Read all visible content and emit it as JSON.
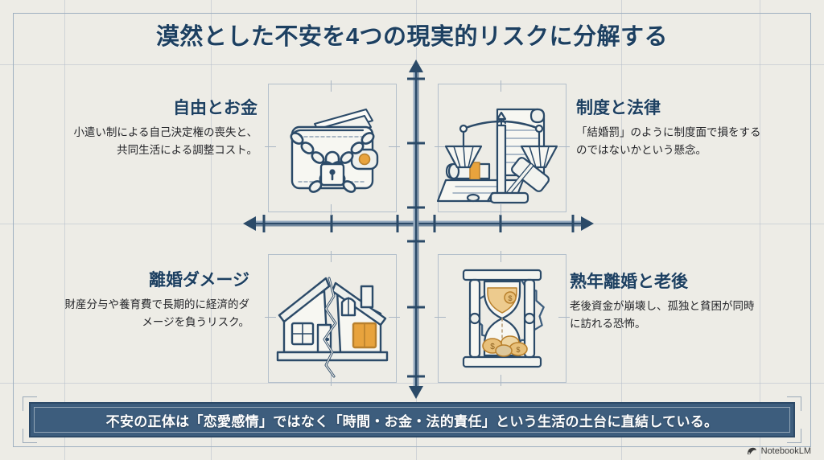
{
  "page": {
    "title": "漠然とした不安を4つの現実的リスクに分解する",
    "background_color": "#edece6",
    "accent_color": "#1d4061",
    "banner_color": "#3d5d7d",
    "highlight_color": "#e8a33d"
  },
  "quadrants": [
    {
      "position": "top-left",
      "heading": "自由とお金",
      "body": "小遣い制による自己決定権の喪失と、共同生活による調整コスト。",
      "icon": "chained-wallet-icon"
    },
    {
      "position": "top-right",
      "heading": "制度と法律",
      "body": "「結婚罰」のように制度面で損をするのではないかという懸念。",
      "icon": "scales-gavel-icon"
    },
    {
      "position": "bottom-left",
      "heading": "離婚ダメージ",
      "body": "財産分与や養育費で長期的に経済的ダメージを負うリスク。",
      "icon": "cracked-house-icon"
    },
    {
      "position": "bottom-right",
      "heading": "熟年離婚と老後",
      "body": "老後資金が崩壊し、孤独と貧困が同時に訪れる恐怖。",
      "icon": "hourglass-coins-gear-icon"
    }
  ],
  "banner": {
    "text": "不安の正体は「恋愛感情」ではなく「時間・お金・法的責任」という生活の土台に直結している。"
  },
  "watermark": {
    "label": "NotebookLM"
  }
}
